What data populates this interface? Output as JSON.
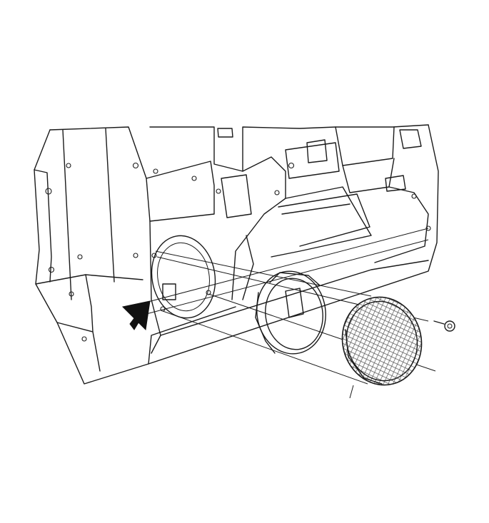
{
  "figure": {
    "background": "#ffffff",
    "line_color": "#1a1a1a",
    "parts": [
      "door-inner-panel",
      "speaker-mount-opening",
      "speaker-ring-bracket",
      "speaker-grille-cover",
      "retaining-screw",
      "front-view-arrow"
    ]
  }
}
